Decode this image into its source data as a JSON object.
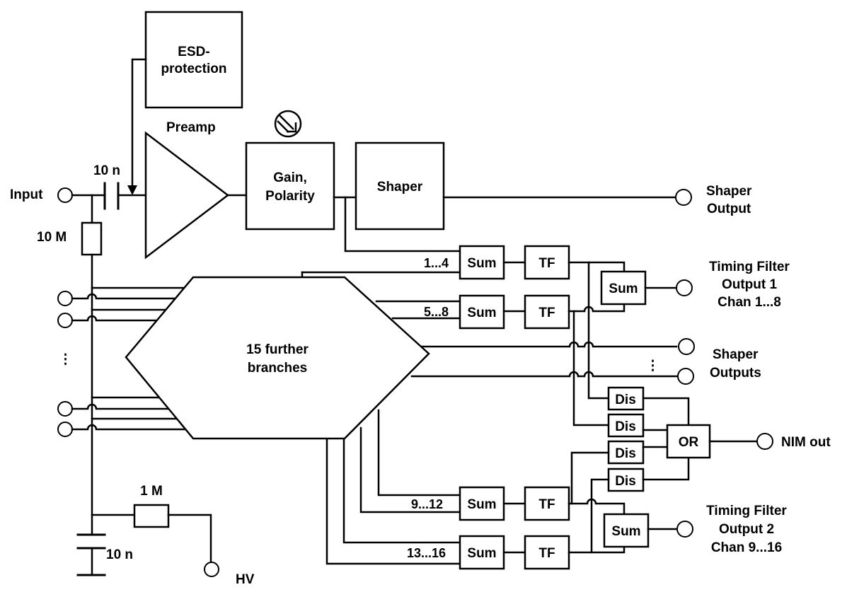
{
  "diagram": {
    "title": "",
    "colors": {
      "line": "#000000",
      "fill": "#ffffff",
      "background": "#ffffff"
    },
    "input": {
      "label": "Input",
      "coupling_cap": "10 n",
      "bias_resistor": "10 M"
    },
    "esd": {
      "line1": "ESD-",
      "line2": "protection"
    },
    "preamp": {
      "label": "Preamp"
    },
    "gain": {
      "line1": "Gain,",
      "line2": "Polarity",
      "adjust_icon": "potentiometer-icon"
    },
    "shaper": {
      "label": "Shaper"
    },
    "shaper_output": {
      "line1": "Shaper",
      "line2": "Output"
    },
    "hexagon": {
      "line1": "15 further",
      "line2": "branches"
    },
    "ellipsis": "⋮",
    "group1": {
      "channels_a": "1...4",
      "channels_b": "5...8",
      "sum_label": "Sum",
      "tf_label": "TF",
      "output_line1": "Timing Filter",
      "output_line2": "Output 1",
      "output_line3": "Chan 1...8"
    },
    "shaper_outputs": {
      "line1": "Shaper",
      "line2": "Outputs"
    },
    "discriminators": [
      "Dis",
      "Dis",
      "Dis",
      "Dis"
    ],
    "or_gate": {
      "label": "OR"
    },
    "nim_output": {
      "label": "NIM out"
    },
    "group2": {
      "channels_a": "9...12",
      "channels_b": "13...16",
      "sum_label": "Sum",
      "tf_label": "TF",
      "output_line1": "Timing Filter",
      "output_line2": "Output 2",
      "output_line3": "Chan 9...16"
    },
    "hv": {
      "label": "HV",
      "resistor": "1 M",
      "filter_cap": "10 n"
    }
  }
}
